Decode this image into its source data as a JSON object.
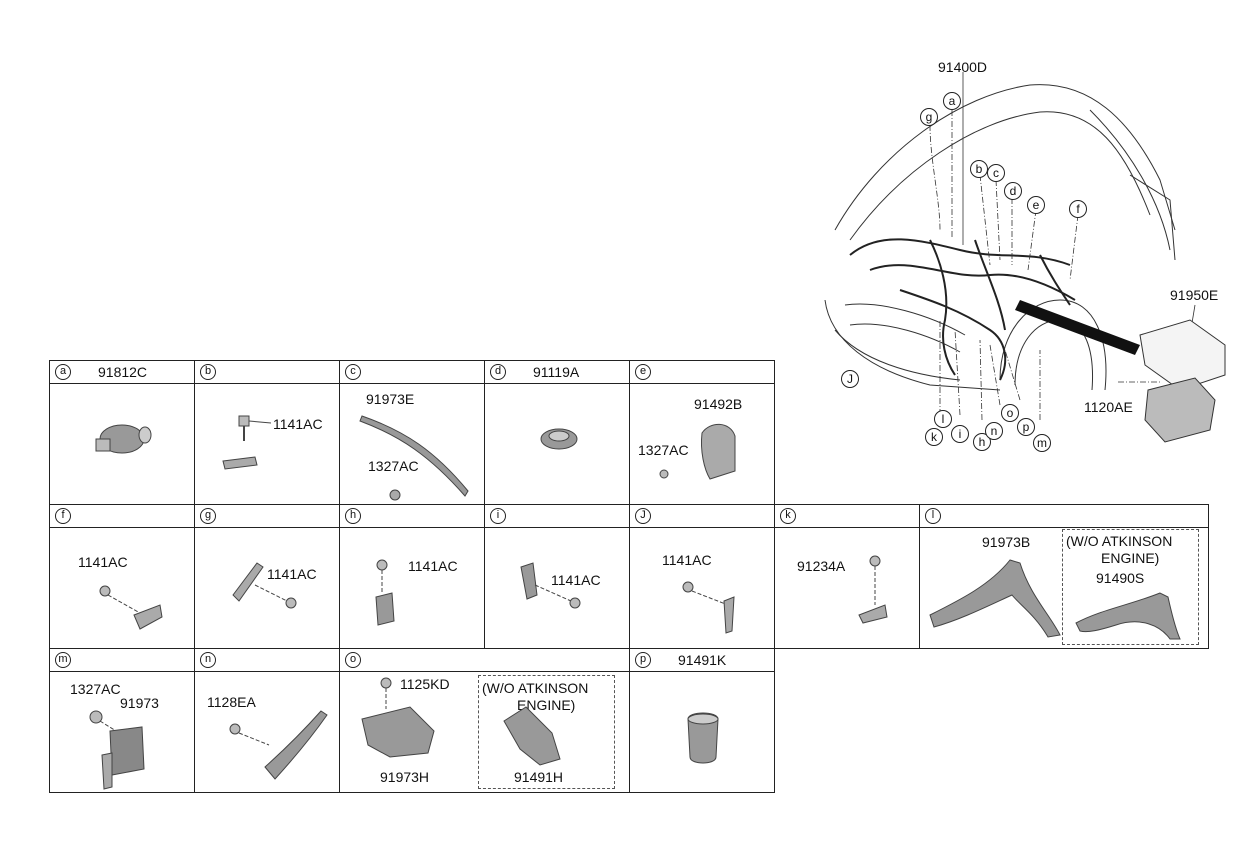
{
  "overview": {
    "main_part": "91400D",
    "fuse_box": "91950E",
    "bolt": "1120AE",
    "callouts": [
      "a",
      "g",
      "b",
      "c",
      "d",
      "e",
      "f",
      "J",
      "k",
      "l",
      "i",
      "h",
      "n",
      "o",
      "p",
      "m"
    ]
  },
  "cells": {
    "a": {
      "letter": "a",
      "title": "91812C"
    },
    "b": {
      "letter": "b",
      "title": "",
      "parts": [
        "1141AC"
      ]
    },
    "c": {
      "letter": "c",
      "title": "",
      "parts": [
        "91973E",
        "1327AC"
      ]
    },
    "d": {
      "letter": "d",
      "title": "91119A"
    },
    "e": {
      "letter": "e",
      "title": "",
      "parts": [
        "91492B",
        "1327AC"
      ]
    },
    "f": {
      "letter": "f",
      "title": "",
      "parts": [
        "1141AC"
      ]
    },
    "g": {
      "letter": "g",
      "title": "",
      "parts": [
        "1141AC"
      ]
    },
    "h": {
      "letter": "h",
      "title": "",
      "parts": [
        "1141AC"
      ]
    },
    "i": {
      "letter": "i",
      "title": "",
      "parts": [
        "1141AC"
      ]
    },
    "J": {
      "letter": "J",
      "title": "",
      "parts": [
        "1141AC"
      ]
    },
    "k": {
      "letter": "k",
      "title": "",
      "parts": [
        "91234A"
      ]
    },
    "l": {
      "letter": "l",
      "title": "",
      "parts": [
        "91973B",
        "91490S"
      ],
      "note": "(W/O ATKINSON\n         ENGINE)"
    },
    "m": {
      "letter": "m",
      "title": "",
      "parts": [
        "1327AC",
        "91973"
      ]
    },
    "n": {
      "letter": "n",
      "title": "",
      "parts": [
        "1128EA"
      ]
    },
    "o": {
      "letter": "o",
      "title": "",
      "parts": [
        "1125KD",
        "91973H",
        "91491H"
      ],
      "note": "(W/O ATKINSON\n         ENGINE)"
    },
    "p": {
      "letter": "p",
      "title": "91491K"
    }
  }
}
